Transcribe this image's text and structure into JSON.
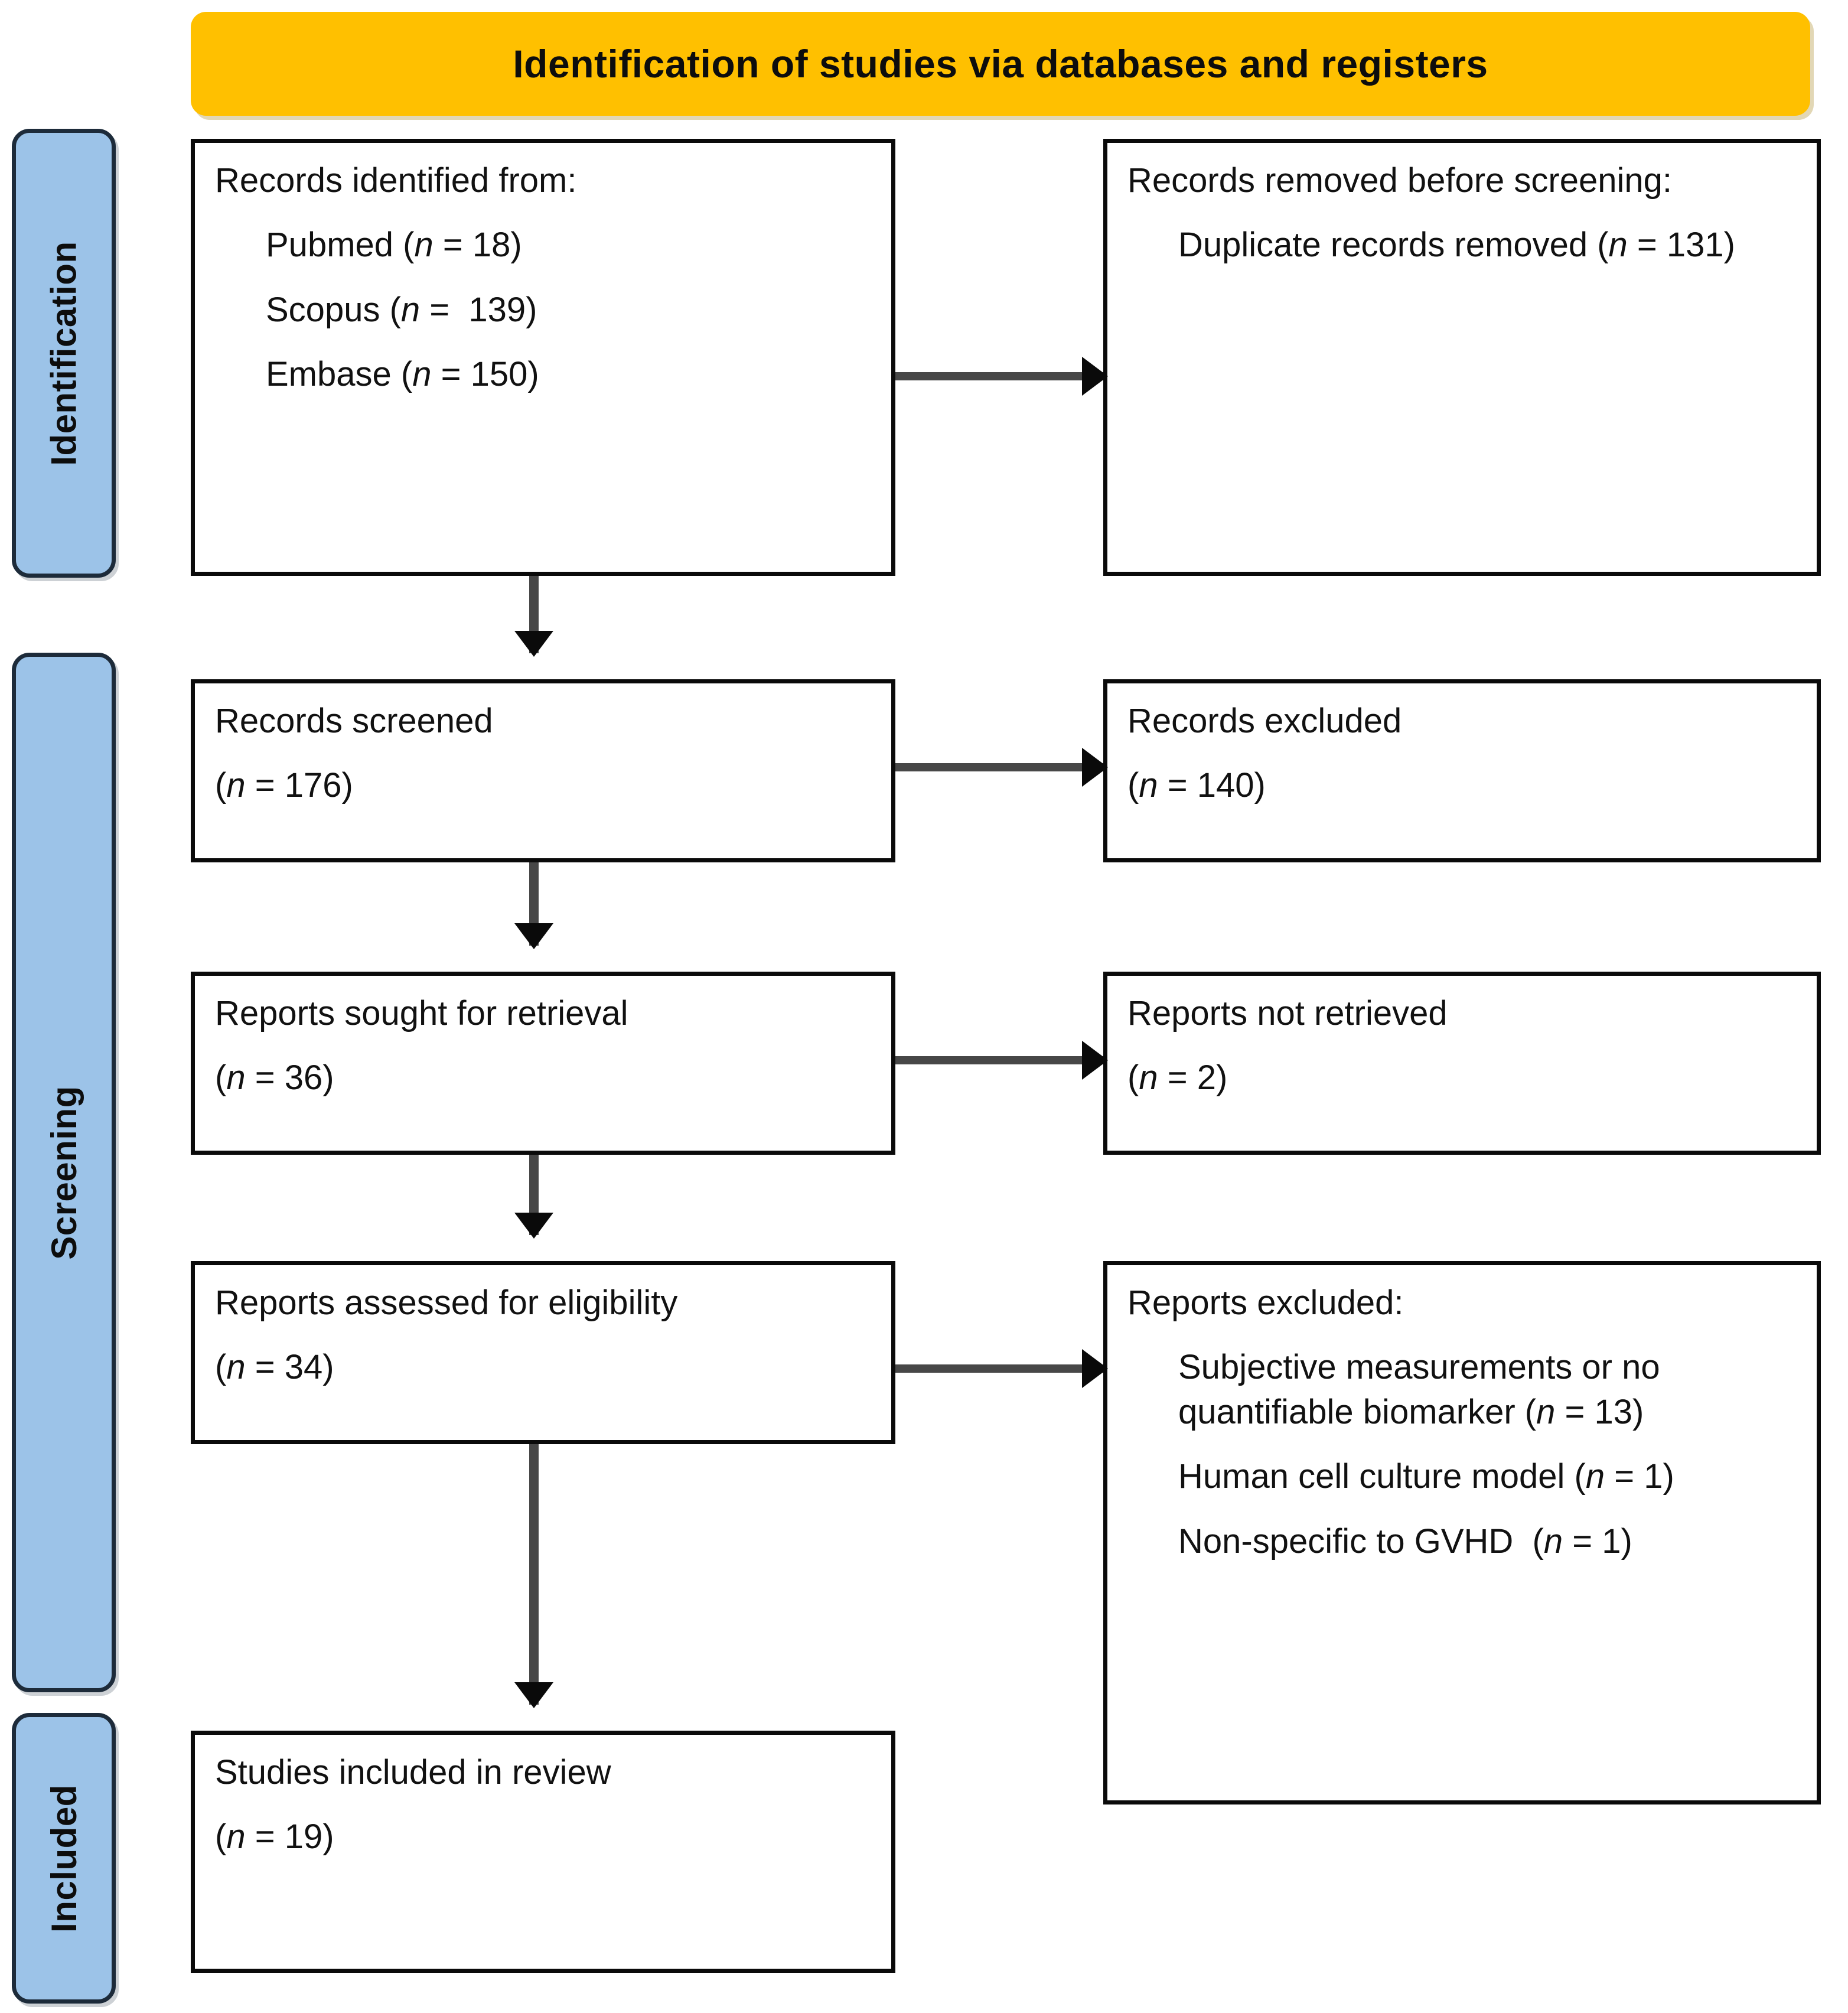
{
  "header": {
    "title": "Identification  of studies via databases and registers",
    "color": "#FFC000"
  },
  "stages": {
    "identification": "Identification",
    "screening": "Screening",
    "included": "Included",
    "color": "#9CC3E8"
  },
  "boxes": {
    "identified": {
      "heading": "Records identified from:",
      "items": [
        "Pubmed (n = 18)",
        "Scopus (n =  139)",
        "Embase (n = 150)"
      ],
      "sources": [
        {
          "name": "Pubmed",
          "n": 18
        },
        {
          "name": "Scopus",
          "n": 139
        },
        {
          "name": "Embase",
          "n": 150
        }
      ]
    },
    "removed": {
      "heading": "Records removed before screening:",
      "items": [
        "Duplicate records removed (n = 131)"
      ],
      "duplicates_n": 131
    },
    "screened": {
      "label": "Records screened",
      "count": "(n = 176)",
      "n": 176
    },
    "records_excluded": {
      "label": "Records excluded",
      "count": "(n = 140)",
      "n": 140
    },
    "sought": {
      "label": "Reports sought for retrieval",
      "count": "(n = 36)",
      "n": 36
    },
    "not_retrieved": {
      "label": "Reports not retrieved",
      "count": "(n = 2)",
      "n": 2
    },
    "assessed": {
      "label": "Reports assessed for eligibility",
      "count": "(n = 34)",
      "n": 34
    },
    "reports_excluded": {
      "heading": "Reports excluded:",
      "items": [
        "Subjective measurements or no quantifiable biomarker (n = 13)",
        "Human cell culture model (n = 1)",
        "Non-specific to GVHD  (n = 1)"
      ],
      "reasons": [
        {
          "reason": "Subjective measurements or no quantifiable biomarker",
          "n": 13
        },
        {
          "reason": "Human cell culture model",
          "n": 1
        },
        {
          "reason": "Non-specific to GVHD",
          "n": 1
        }
      ]
    },
    "included": {
      "label": "Studies included in review",
      "count": "(n = 19)",
      "n": 19
    }
  }
}
